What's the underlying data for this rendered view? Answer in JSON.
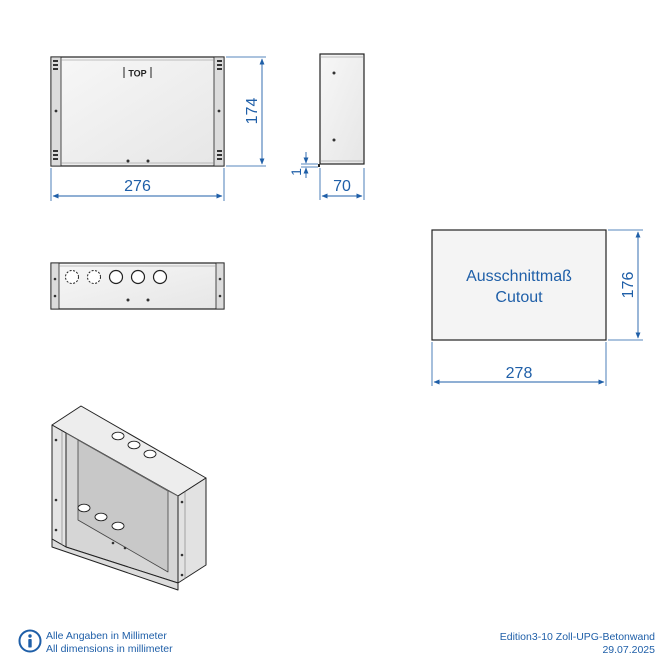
{
  "front_view": {
    "label_top": "TOP",
    "width_mm": "276",
    "height_mm": "174"
  },
  "side_view": {
    "offset_mm": "1",
    "depth_mm": "70"
  },
  "cutout": {
    "title_de": "Ausschnittmaß",
    "title_en": "Cutout",
    "width_mm": "278",
    "height_mm": "176"
  },
  "footer": {
    "note_de": "Alle Angaben in Millimeter",
    "note_en": "All dimensions in millimeter",
    "product": "Edition3-10 Zoll-UPG-Betonwand",
    "date": "29.07.2025"
  },
  "colors": {
    "dimension": "#1f5fa8",
    "outline": "#222222",
    "panel": "#f2f2f2"
  },
  "icons": {
    "info": "info-icon"
  }
}
